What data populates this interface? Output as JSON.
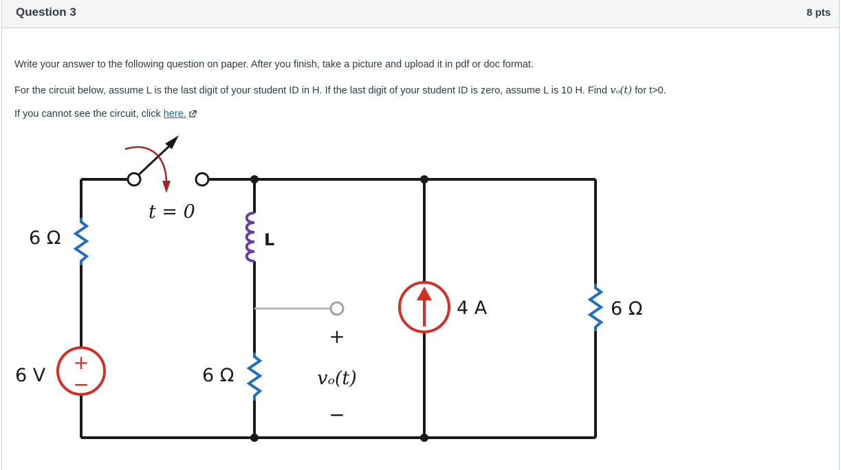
{
  "question": {
    "title": "Question 3",
    "points": "8 pts",
    "line1": "Write your answer to the following question on paper. After you finish, take a picture and upload it in pdf or doc format.",
    "line2_before": "For the circuit below, assume L is the last digit of your student ID in H. If the last digit of your student ID is zero, assume L is 10 H. Find ",
    "line2_math": "vₒ(t)",
    "line2_after": " for t>0.",
    "line3_before": "If you cannot see the circuit, click ",
    "link_text": "here.",
    "external_icon": "external-link-icon"
  },
  "circuit": {
    "switch_label": "t = 0",
    "left_resistor_label": "6 Ω",
    "voltage_source_label": "6 V",
    "voltage_plus": "+",
    "voltage_minus": "−",
    "inductor_label": "L",
    "middle_resistor_label": "6 Ω",
    "output_plus": "+",
    "output_label": "vₒ(t)",
    "output_minus": "−",
    "current_source_label": "4 A",
    "right_resistor_label": "6 Ω",
    "colors": {
      "wire": "#1a1a1a",
      "resistor": "#1f6fbf",
      "inductor": "#6b3fa0",
      "source": "#d22f27",
      "switch_arrow": "#a22525",
      "terminal": "#a0a0a0"
    }
  }
}
